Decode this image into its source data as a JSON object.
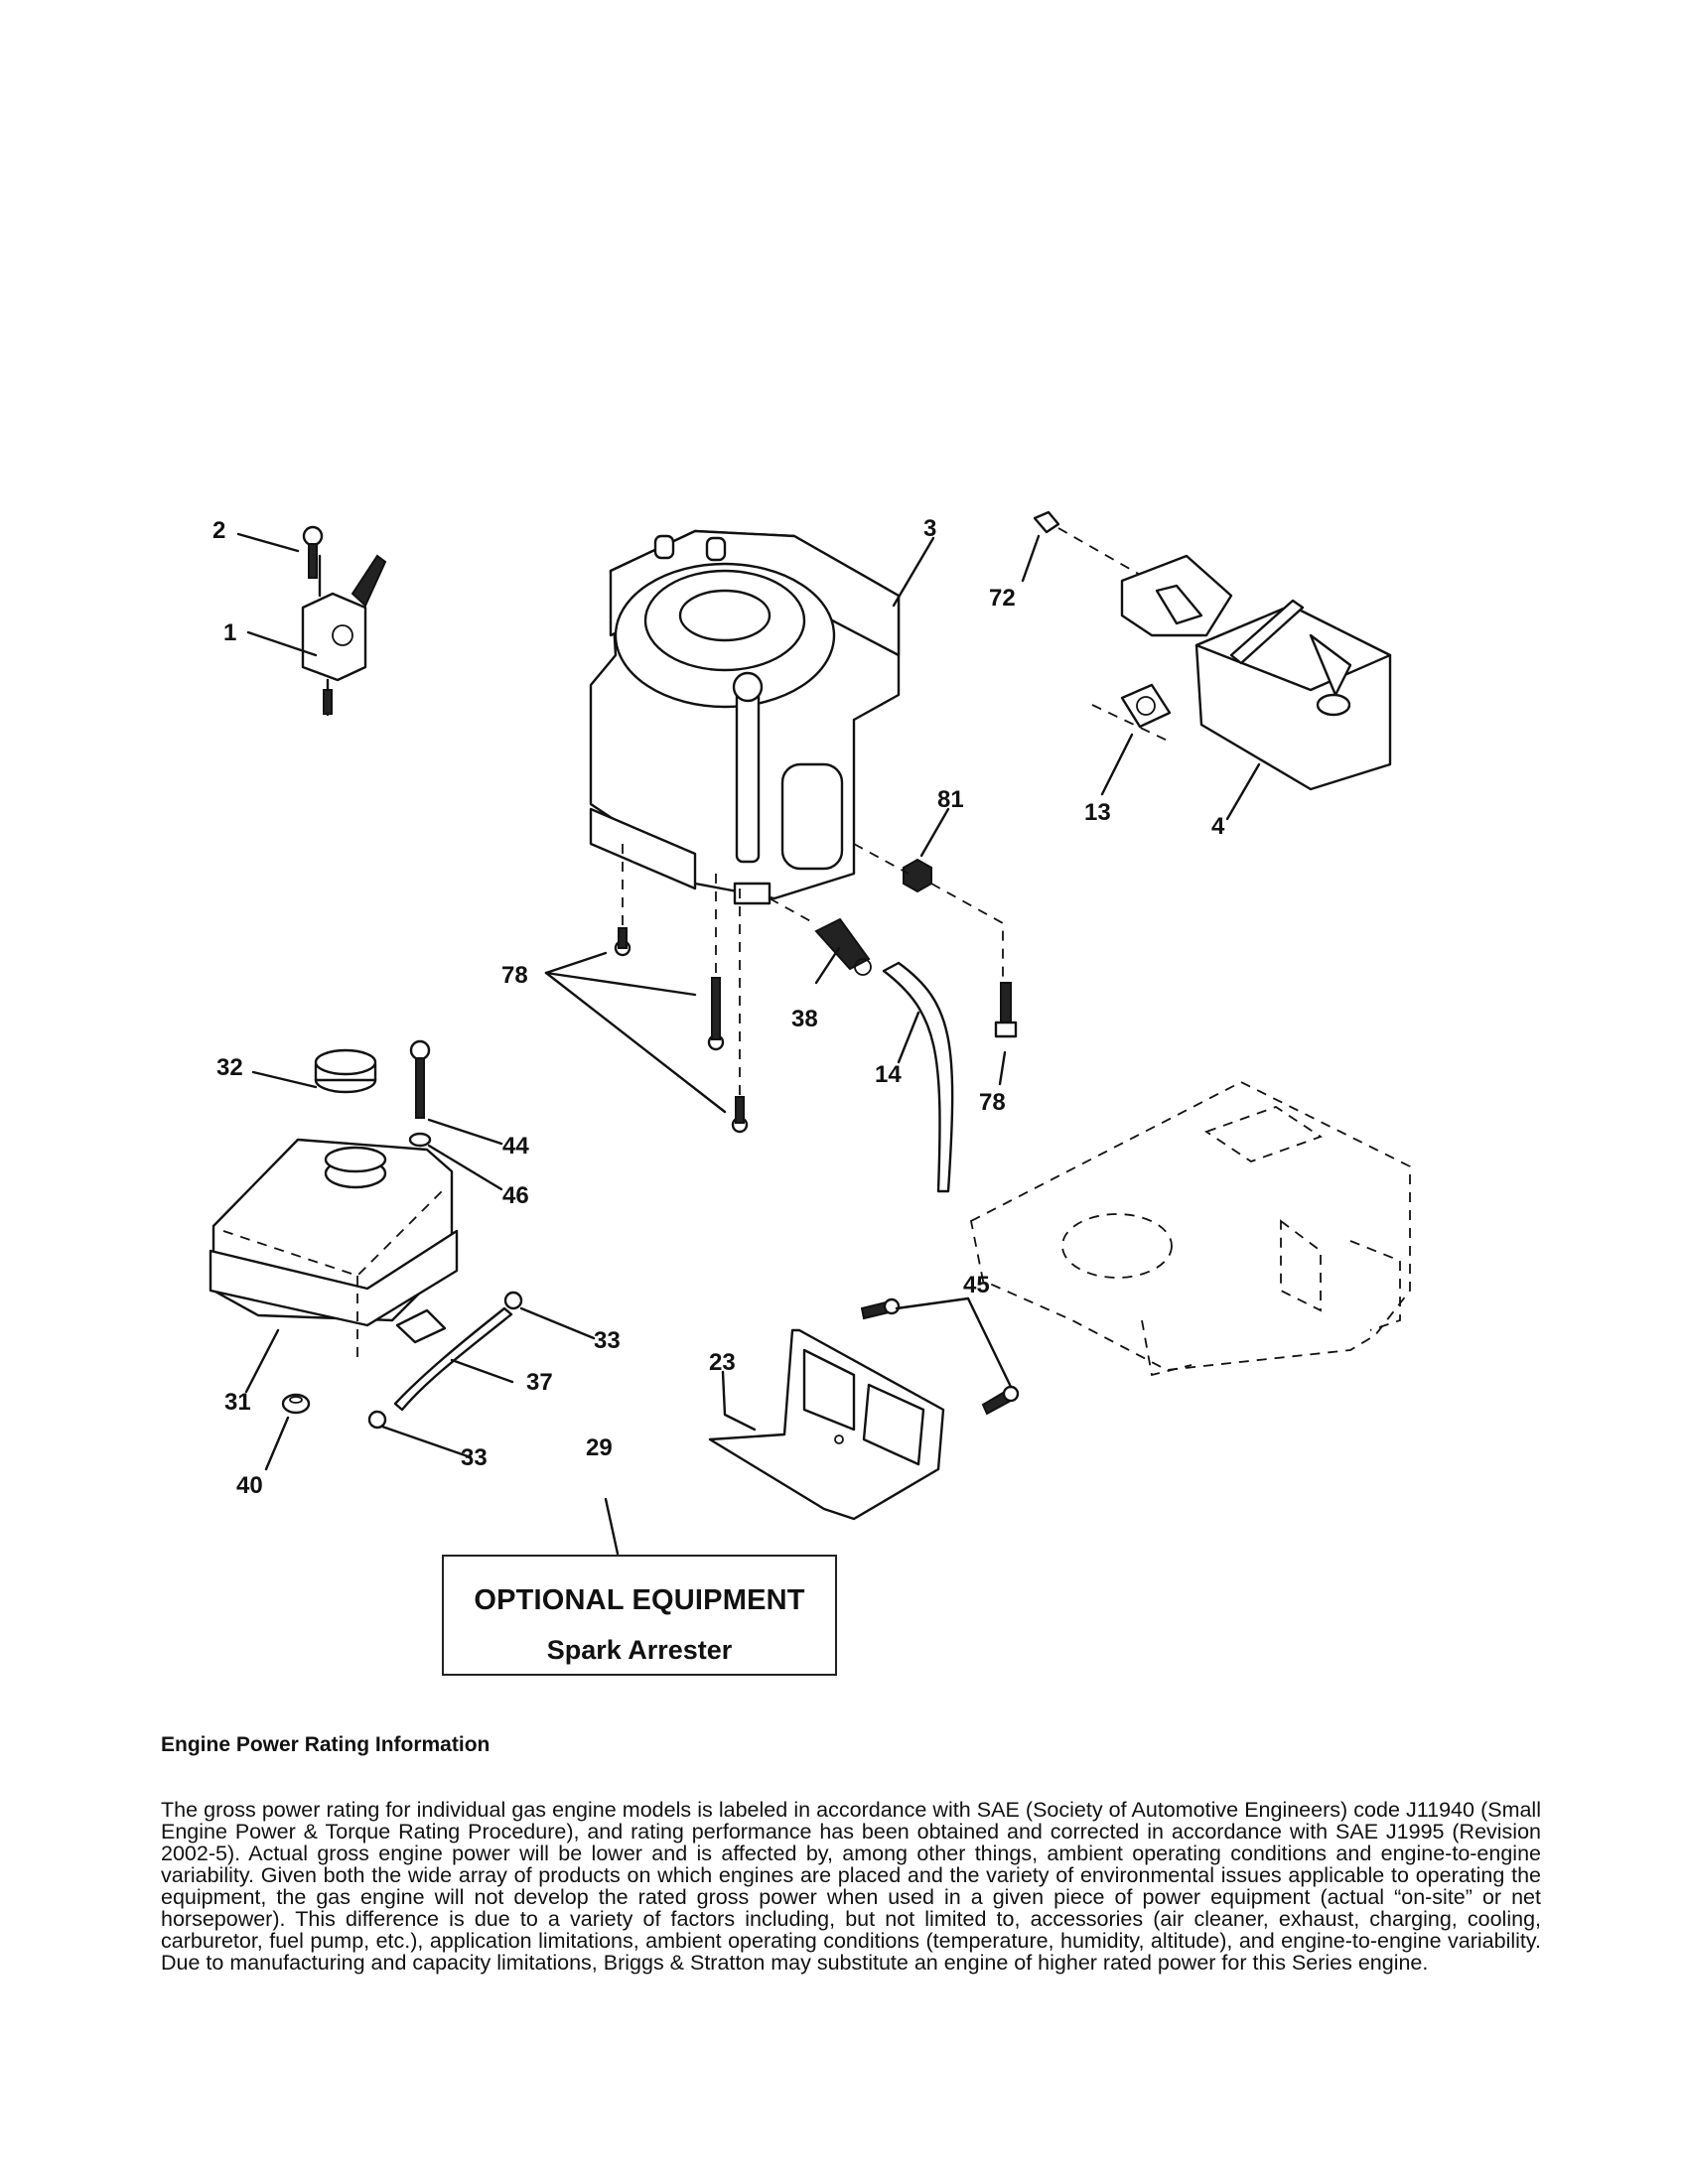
{
  "callouts": [
    "2",
    "1",
    "3",
    "72",
    "13",
    "4",
    "81",
    "78",
    "38",
    "14",
    "78",
    "32",
    "44",
    "46",
    "31",
    "33",
    "37",
    "33",
    "40",
    "23",
    "45",
    "29"
  ],
  "optional_equipment": {
    "title": "OPTIONAL EQUIPMENT",
    "subtitle": "Spark Arrester"
  },
  "engine_power": {
    "heading": "Engine Power Rating Information",
    "body": "The gross power rating for individual gas engine models is labeled in accordance with SAE (Society of Automotive Engineers) code J11940 (Small Engine Power & Torque Rating Procedure), and rating performance has been obtained and corrected in accordance with SAE J1995 (Revision 2002-5). Actual gross engine power will be lower and is affected by, among other things, ambient operating conditions and engine-to-engine variability. Given both the wide array of products on which engines are placed and the variety of environmental issues applicable to operating the equipment, the gas engine will not develop the rated gross power when used in a given piece of power equipment (actual “on-site” or net horsepower). This difference is due to a variety of factors including, but not limited to, accessories (air cleaner, exhaust, charging, cooling, carburetor, fuel pump, etc.), application limitations, ambient operating conditions (temperature, humidity, altitude), and engine-to-engine variability. Due to manufacturing and capacity limitations, Briggs & Stratton may substitute an engine of higher rated power for this Series engine."
  }
}
